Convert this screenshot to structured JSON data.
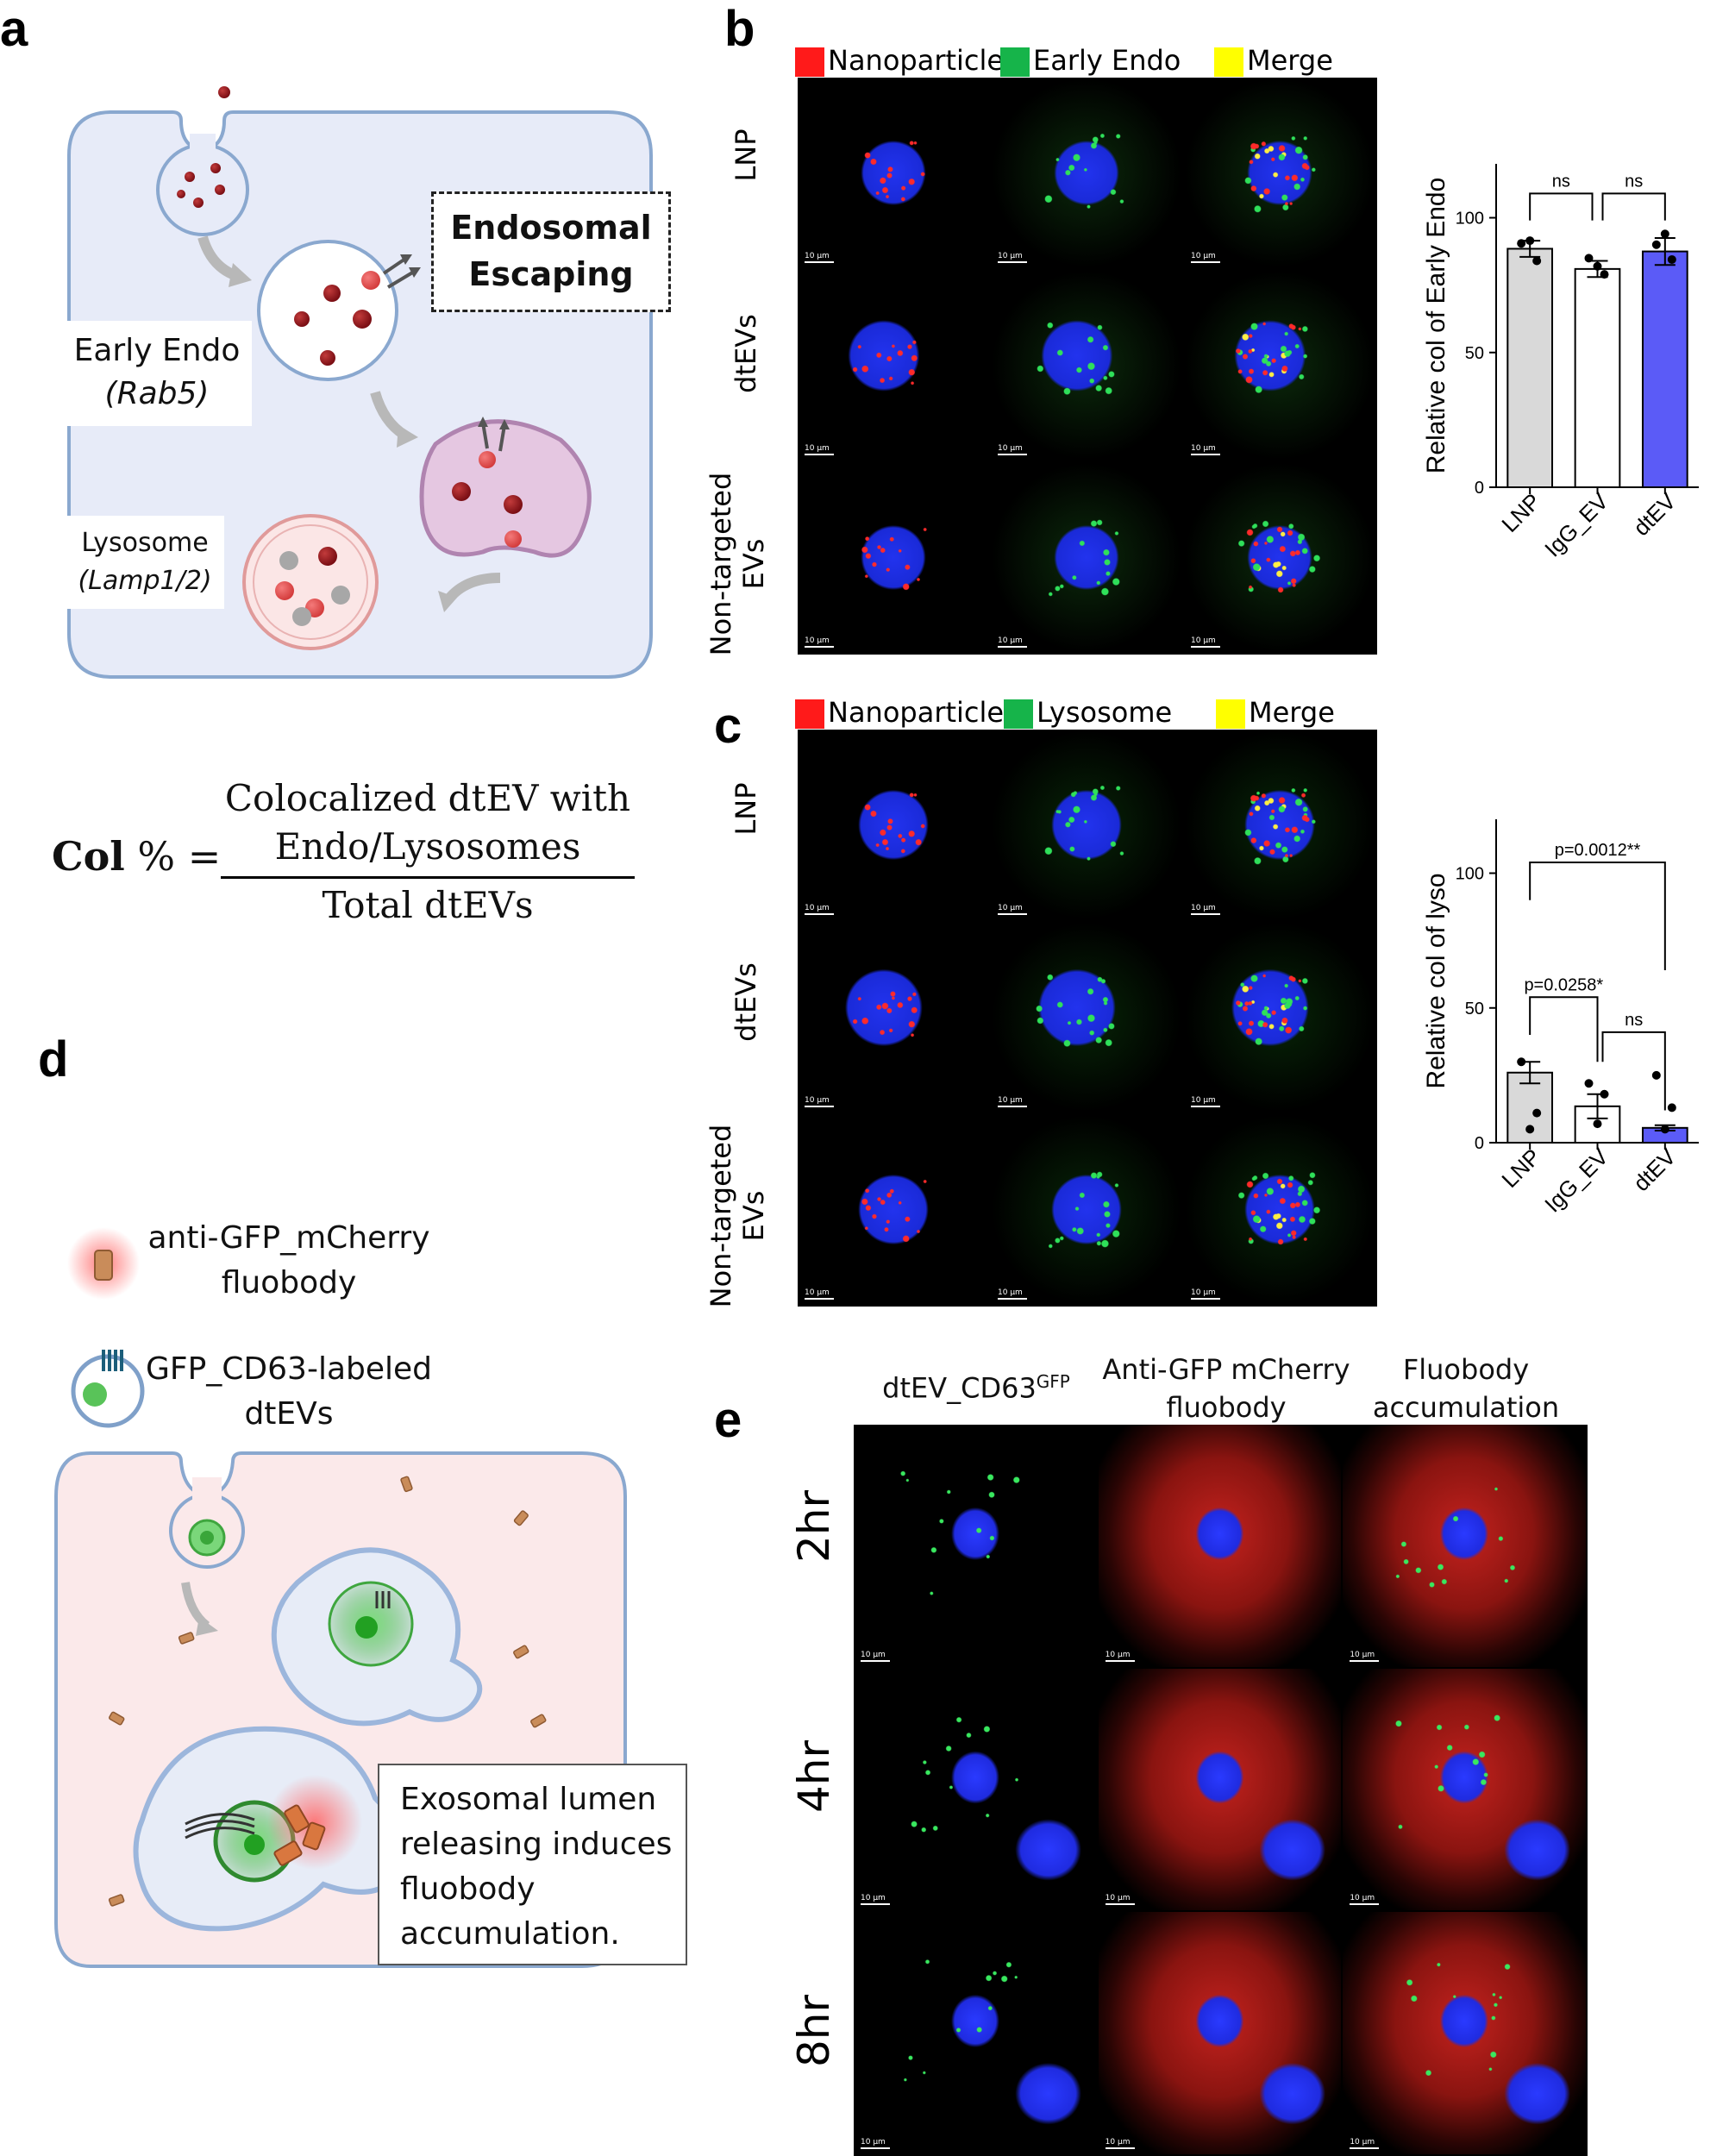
{
  "panel_labels": {
    "a": "a",
    "b": "b",
    "c": "c",
    "d": "d",
    "e": "e"
  },
  "panel_a": {
    "endosomal_escaping_line1": "Endosomal",
    "endosomal_escaping_line2": "Escaping",
    "early_endo_label": "Early Endo",
    "early_endo_marker": "(Rab5)",
    "lysosome_label": "Lysosome",
    "lysosome_marker": "(Lamp1/2)"
  },
  "formula": {
    "lhs_bold": "Col",
    "lhs_rest": " % =",
    "numerator_line1": "Colocalized dtEV with",
    "numerator_line2": "Endo/Lysosomes",
    "denominator": "Total dtEVs"
  },
  "panel_b": {
    "legend": [
      {
        "label": "Nanoparticle",
        "color": "#ff1a1a"
      },
      {
        "label": "Early Endo",
        "color": "#16b44a"
      },
      {
        "label": "Merge",
        "color": "#ffff00"
      }
    ],
    "rows": [
      "LNP",
      "dtEVs",
      "Non-targeted|EVs"
    ],
    "scale_label": "10 µm"
  },
  "panel_c": {
    "legend": [
      {
        "label": "Nanoparticle",
        "color": "#ff1a1a"
      },
      {
        "label": "Lysosome",
        "color": "#16b44a"
      },
      {
        "label": "Merge",
        "color": "#ffff00"
      }
    ],
    "rows": [
      "LNP",
      "dtEVs",
      "Non-targeted|EVs"
    ],
    "scale_label": "10 µm"
  },
  "panel_d": {
    "fluobody_line1": "anti-GFP_mCherry",
    "fluobody_line2": "fluobody",
    "dtev_line1": "GFP_CD63-labeled",
    "dtev_line2": "dtEVs",
    "callout_line1": "Exosomal lumen",
    "callout_line2": "releasing induces",
    "callout_line3": "fluobody",
    "callout_line4": "accumulation."
  },
  "panel_e": {
    "col1_main": "dtEV_CD63",
    "col1_sup": "GFP",
    "col2_line1": "Anti-GFP mCherry",
    "col2_line2": "fluobody",
    "col3_line1": "Fluobody",
    "col3_line2": "accumulation",
    "rows": [
      "2hr",
      "4hr",
      "8hr"
    ],
    "scale_label": "10 µm"
  },
  "chart_data": [
    {
      "type": "bar",
      "categories": [
        "LNP",
        "IgG_EV",
        "dtEV"
      ],
      "values": [
        88.5,
        81,
        87.5
      ],
      "points": [
        [
          90.5,
          85,
          90
        ],
        [
          84,
          79,
          84.5
        ],
        [
          91.5,
          82,
          94
        ]
      ],
      "error_bars": [
        3,
        3,
        5
      ],
      "colors": [
        "#d9d9d9",
        "#ffffff",
        "#5b5bf7"
      ],
      "ylabel": "Relative col of Early Endo",
      "ylim": [
        0,
        120
      ],
      "yticks": [
        0,
        50,
        100
      ],
      "annotations": [
        {
          "from": "LNP",
          "to": "IgG_EV",
          "text": "ns"
        },
        {
          "from": "IgG_EV",
          "to": "dtEV",
          "text": "ns"
        }
      ]
    },
    {
      "type": "bar",
      "categories": [
        "LNP",
        "IgG_EV",
        "dtEV"
      ],
      "values": [
        26,
        13.5,
        5.5
      ],
      "points": [
        [
          30,
          22,
          25
        ],
        [
          11,
          18,
          13
        ],
        [
          5,
          7,
          5
        ]
      ],
      "error_bars": [
        4,
        4.5,
        1
      ],
      "colors": [
        "#d9d9d9",
        "#ffffff",
        "#5b5bf7"
      ],
      "ylabel": "Relative col of lyso",
      "ylim": [
        0,
        120
      ],
      "yticks": [
        0,
        50,
        100
      ],
      "annotations": [
        {
          "from": "LNP",
          "to": "IgG_EV",
          "text": "p=0.0258*"
        },
        {
          "from": "IgG_EV",
          "to": "dtEV",
          "text": "ns"
        },
        {
          "from": "LNP",
          "to": "dtEV",
          "text": "p=0.0012**"
        }
      ]
    }
  ]
}
